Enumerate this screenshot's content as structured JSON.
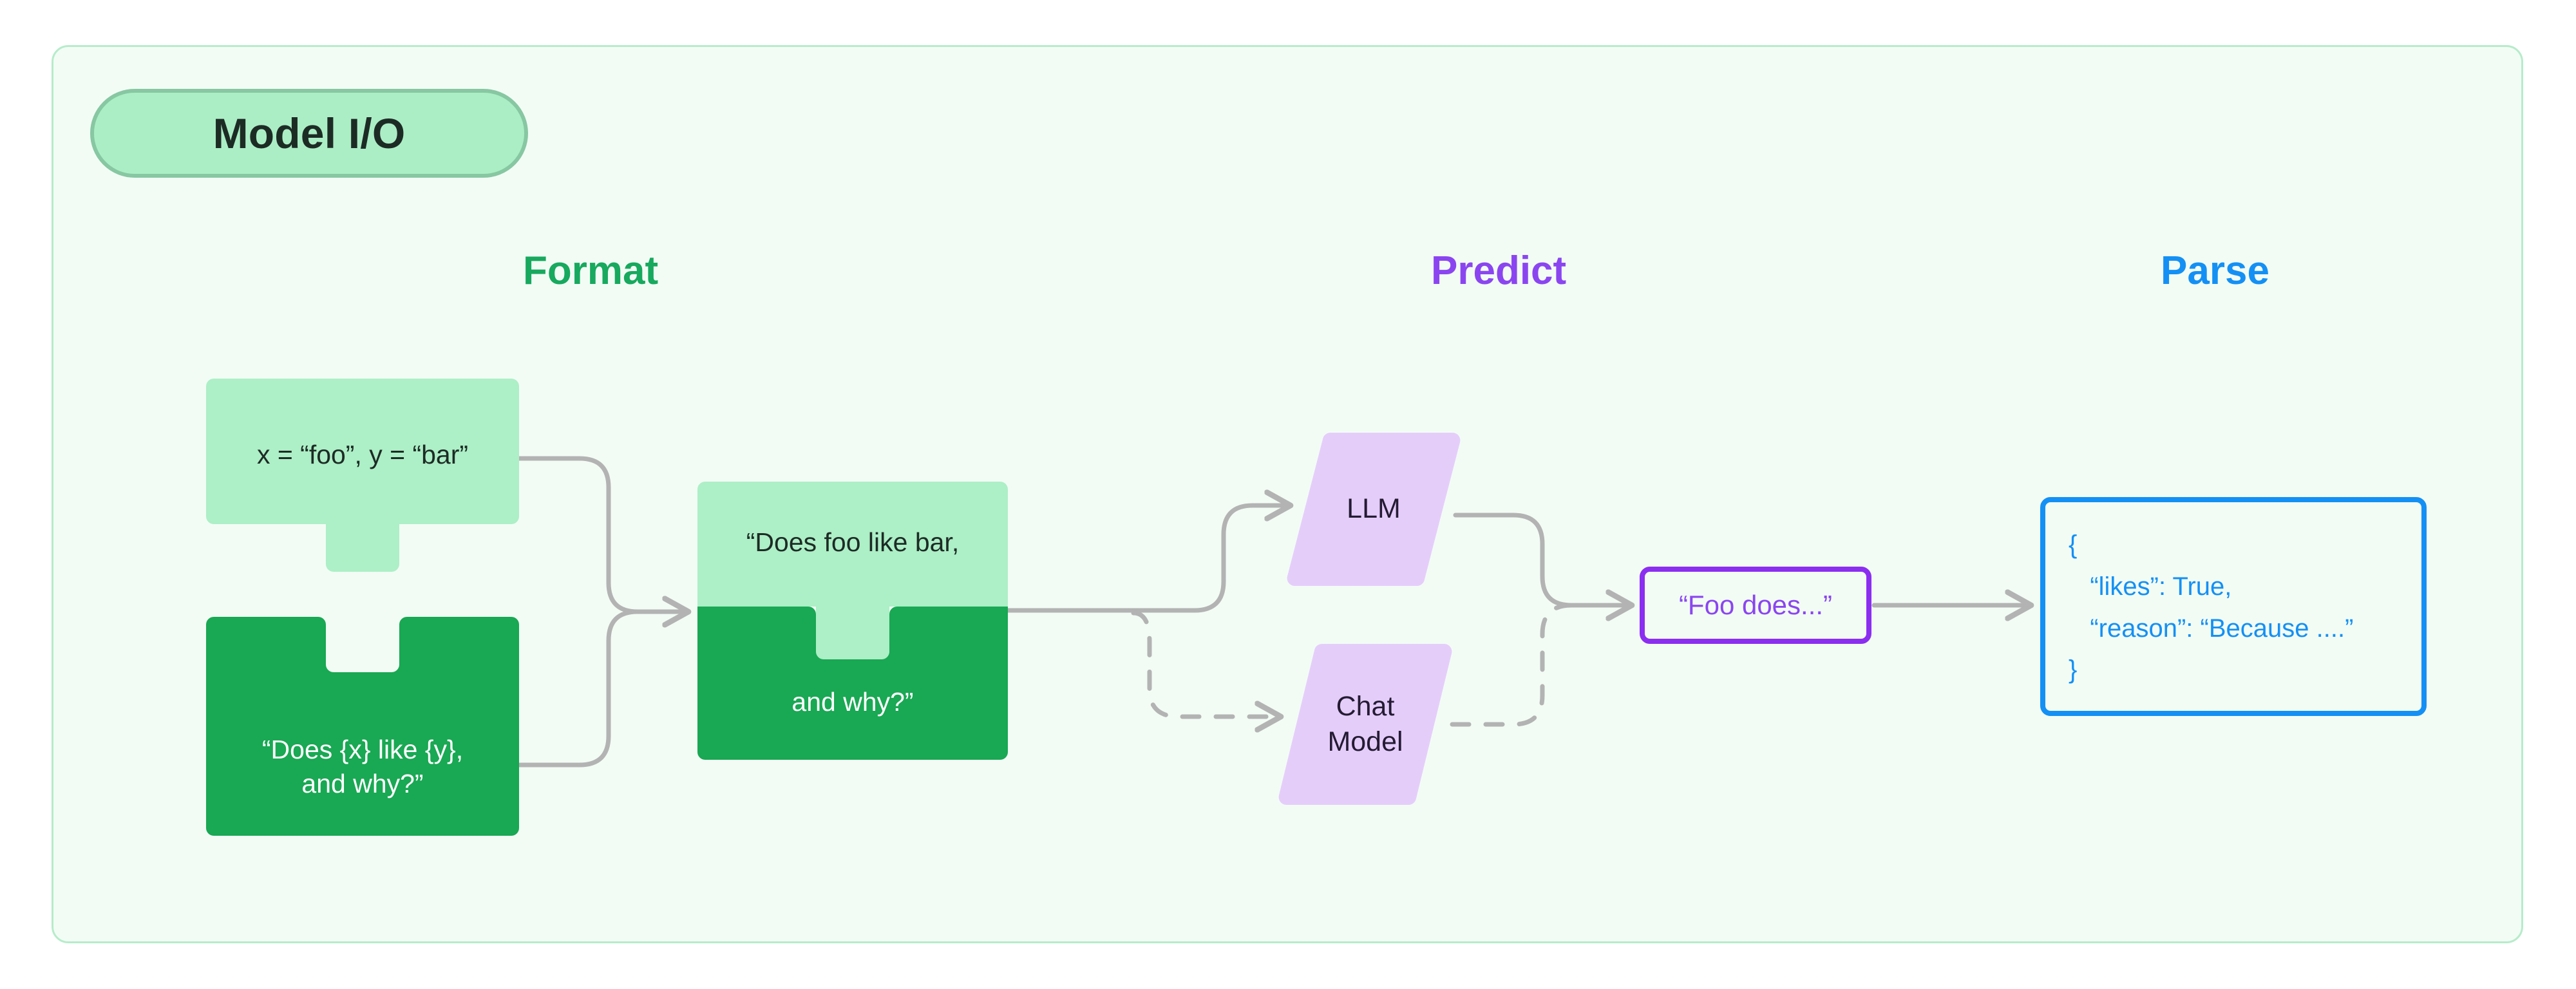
{
  "panel": {
    "badge_label": "Model I/O",
    "background_color": "#f2fcf5",
    "border_color": "#b6ecca",
    "badge_fill": "#abeec5",
    "badge_border": "#87c7a2"
  },
  "columns": [
    {
      "label": "Format",
      "color": "#17a95e"
    },
    {
      "label": "Predict",
      "color": "#8b45f0"
    },
    {
      "label": "Parse",
      "color": "#1490f5"
    }
  ],
  "format_stage": {
    "input_values_piece": {
      "text": "x = “foo”, y = “bar”",
      "fill": "#adefc6",
      "text_color": "#1d2b25"
    },
    "prompt_template_piece": {
      "text": "“Does {x} like {y},\nand why?”",
      "fill": "#19a853",
      "text_color": "#ffffff"
    },
    "combined_piece": {
      "top_text": "“Does foo like bar,",
      "bottom_text": "and why?”",
      "top_fill": "#adefc6",
      "bottom_fill": "#19a853",
      "top_text_color": "#1d2b25",
      "bottom_text_color": "#ffffff"
    }
  },
  "predict_stage": {
    "llm": {
      "label": "LLM",
      "fill": "#e5cdfa",
      "text_color": "#241b33"
    },
    "chat_model": {
      "label": "Chat\nModel",
      "fill": "#e5cdfa",
      "text_color": "#241b33"
    },
    "output_box": {
      "label": "“Foo does...”",
      "border_color": "#8b2ef0",
      "text_color": "#8b45f0"
    }
  },
  "parse_stage": {
    "json_box": {
      "border_color": "#1490f5",
      "text_color": "#1490f5",
      "lines": [
        "{",
        "   “likes”: True,",
        "   “reason”: “Because ....”",
        "}"
      ]
    }
  },
  "connectors": {
    "stroke_color": "#b3b3b3",
    "stroke_width": 7,
    "solid_style": "solid",
    "dashed_style": "dashed",
    "edges": [
      {
        "name": "values-to-combined",
        "style": "solid"
      },
      {
        "name": "template-to-combined",
        "style": "solid"
      },
      {
        "name": "combined-to-llm",
        "style": "solid"
      },
      {
        "name": "combined-to-chat-model",
        "style": "dashed"
      },
      {
        "name": "llm-to-output",
        "style": "solid"
      },
      {
        "name": "chat-model-to-output",
        "style": "dashed"
      },
      {
        "name": "output-to-json",
        "style": "solid"
      }
    ]
  }
}
